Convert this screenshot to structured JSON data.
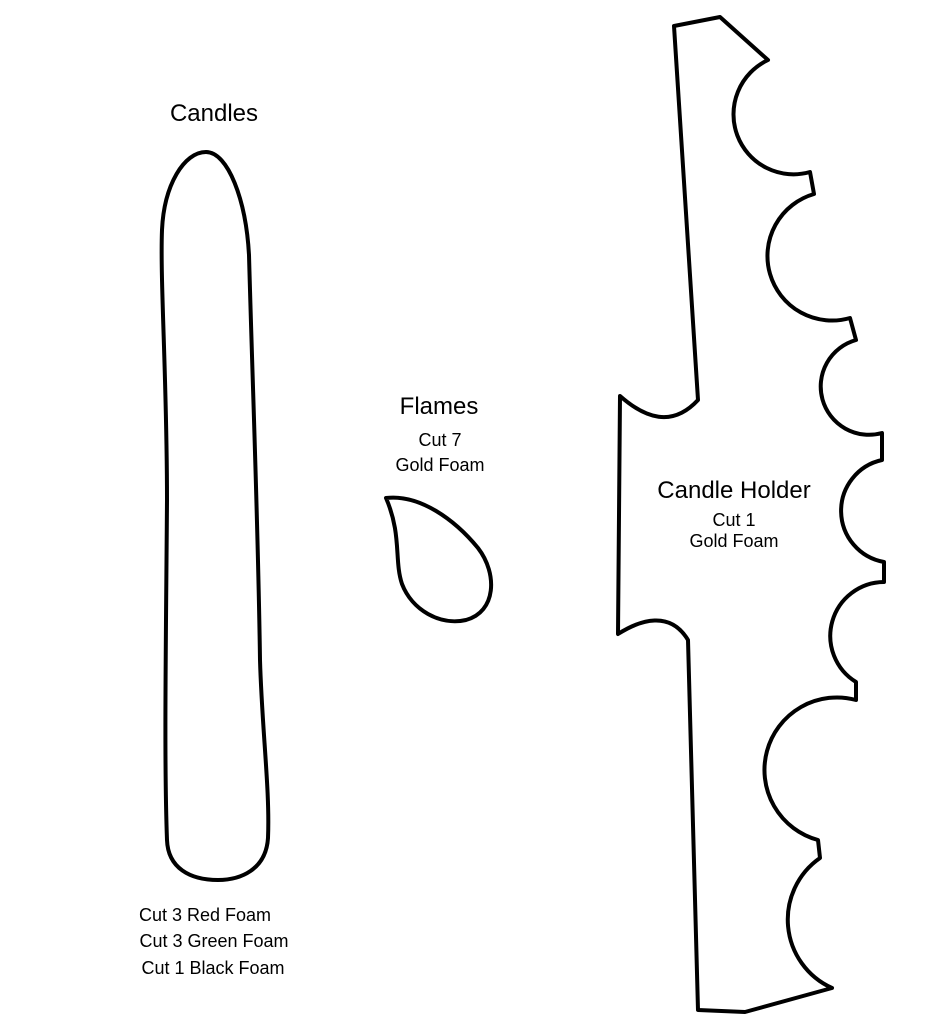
{
  "candles": {
    "title": "Candles",
    "instructions": [
      "Cut 3 Red Foam",
      "Cut 3 Green Foam",
      "Cut 1 Black Foam"
    ]
  },
  "flames": {
    "title": "Flames",
    "cut": "Cut 7",
    "material": "Gold Foam"
  },
  "candle_holder": {
    "title": "Candle Holder",
    "cut": "Cut 1",
    "material": "Gold Foam"
  },
  "colors": {
    "outline": "#000000",
    "background": "#ffffff"
  }
}
